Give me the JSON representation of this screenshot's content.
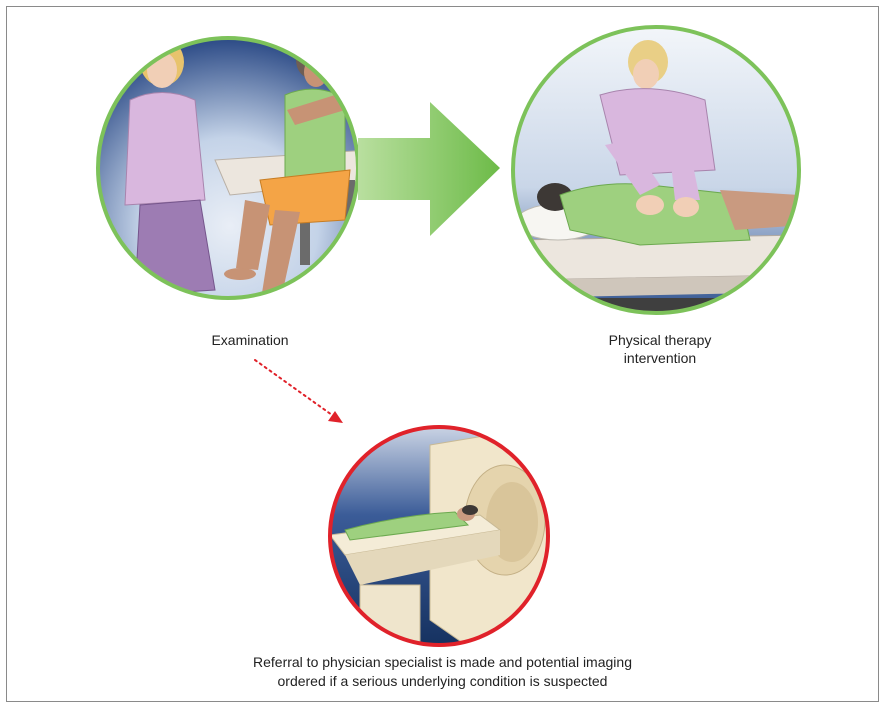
{
  "captions": {
    "examination": "Examination",
    "physical_therapy_line1": "Physical therapy",
    "physical_therapy_line2": "intervention",
    "referral_line1": "Referral to physician specialist is made and potential imaging",
    "referral_line2": "ordered if a serious underlying condition is suspected"
  },
  "colors": {
    "green_ring": "#7dc25a",
    "green_arrow": "#7dc25a",
    "red_ring": "#e0222a",
    "red_arrow": "#e0222a",
    "background_blue": "#1f4a8f"
  },
  "icons": {
    "examination_scene": "clinician-examining-patient-illustration",
    "therapy_scene": "therapist-treating-patient-illustration",
    "imaging_scene": "mri-scanner-illustration",
    "flow_arrow": "right-arrow-icon",
    "referral_arrow": "dotted-arrow-icon"
  }
}
